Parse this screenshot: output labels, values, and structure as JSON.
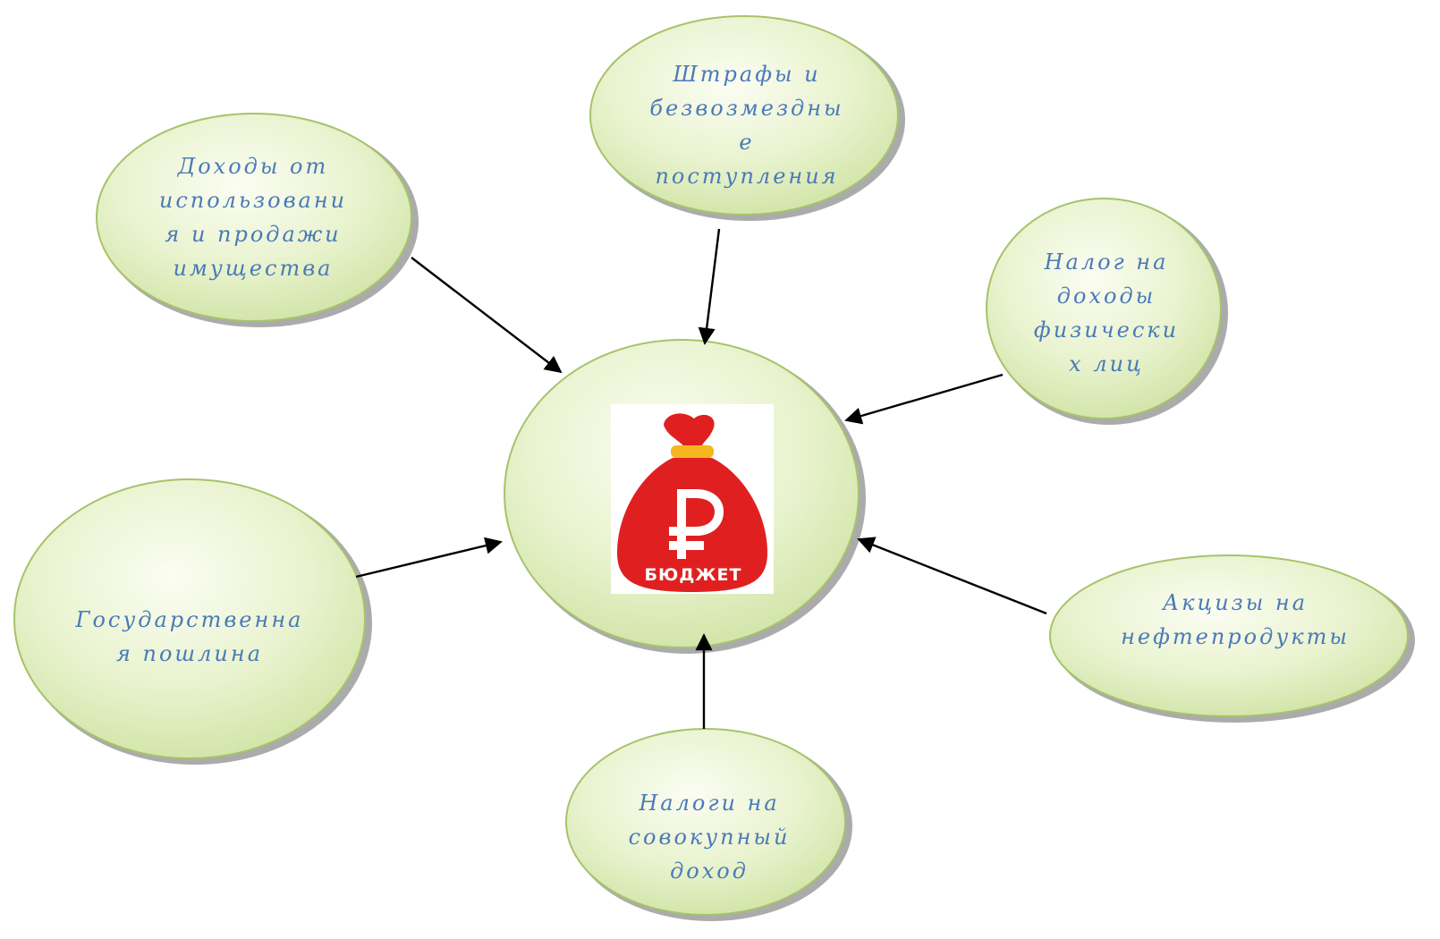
{
  "diagram": {
    "center": {
      "label": "БЮДЖЕТ",
      "icon": "ruble-money-bag-icon",
      "colors": {
        "bag": "#e02020",
        "band": "#f6b51e",
        "symbol": "#ffffff"
      }
    },
    "nodes": [
      {
        "id": "property",
        "label": "Доходы от\nиспользовани\nя и продажи\nимущества"
      },
      {
        "id": "fines",
        "label": "Штрафы и\nбезвозмездны\nе\nпоступления"
      },
      {
        "id": "ndfl",
        "label": "Налог на\nдоходы\nфизически\nх лиц"
      },
      {
        "id": "duty",
        "label": "Государственна\nя пошлина"
      },
      {
        "id": "excise",
        "label": "Акцизы на\nнефтепродукты"
      },
      {
        "id": "aggregate",
        "label": "Налоги на\nсовокупный\nдоход"
      }
    ],
    "colors": {
      "node_fill_light": "#f7fbe8",
      "node_fill_dark": "#cfe3a4",
      "node_border": "#a6c36a",
      "node_shadow": "#8a8a8a",
      "text": "#4a7ab8",
      "arrow": "#000000"
    }
  }
}
